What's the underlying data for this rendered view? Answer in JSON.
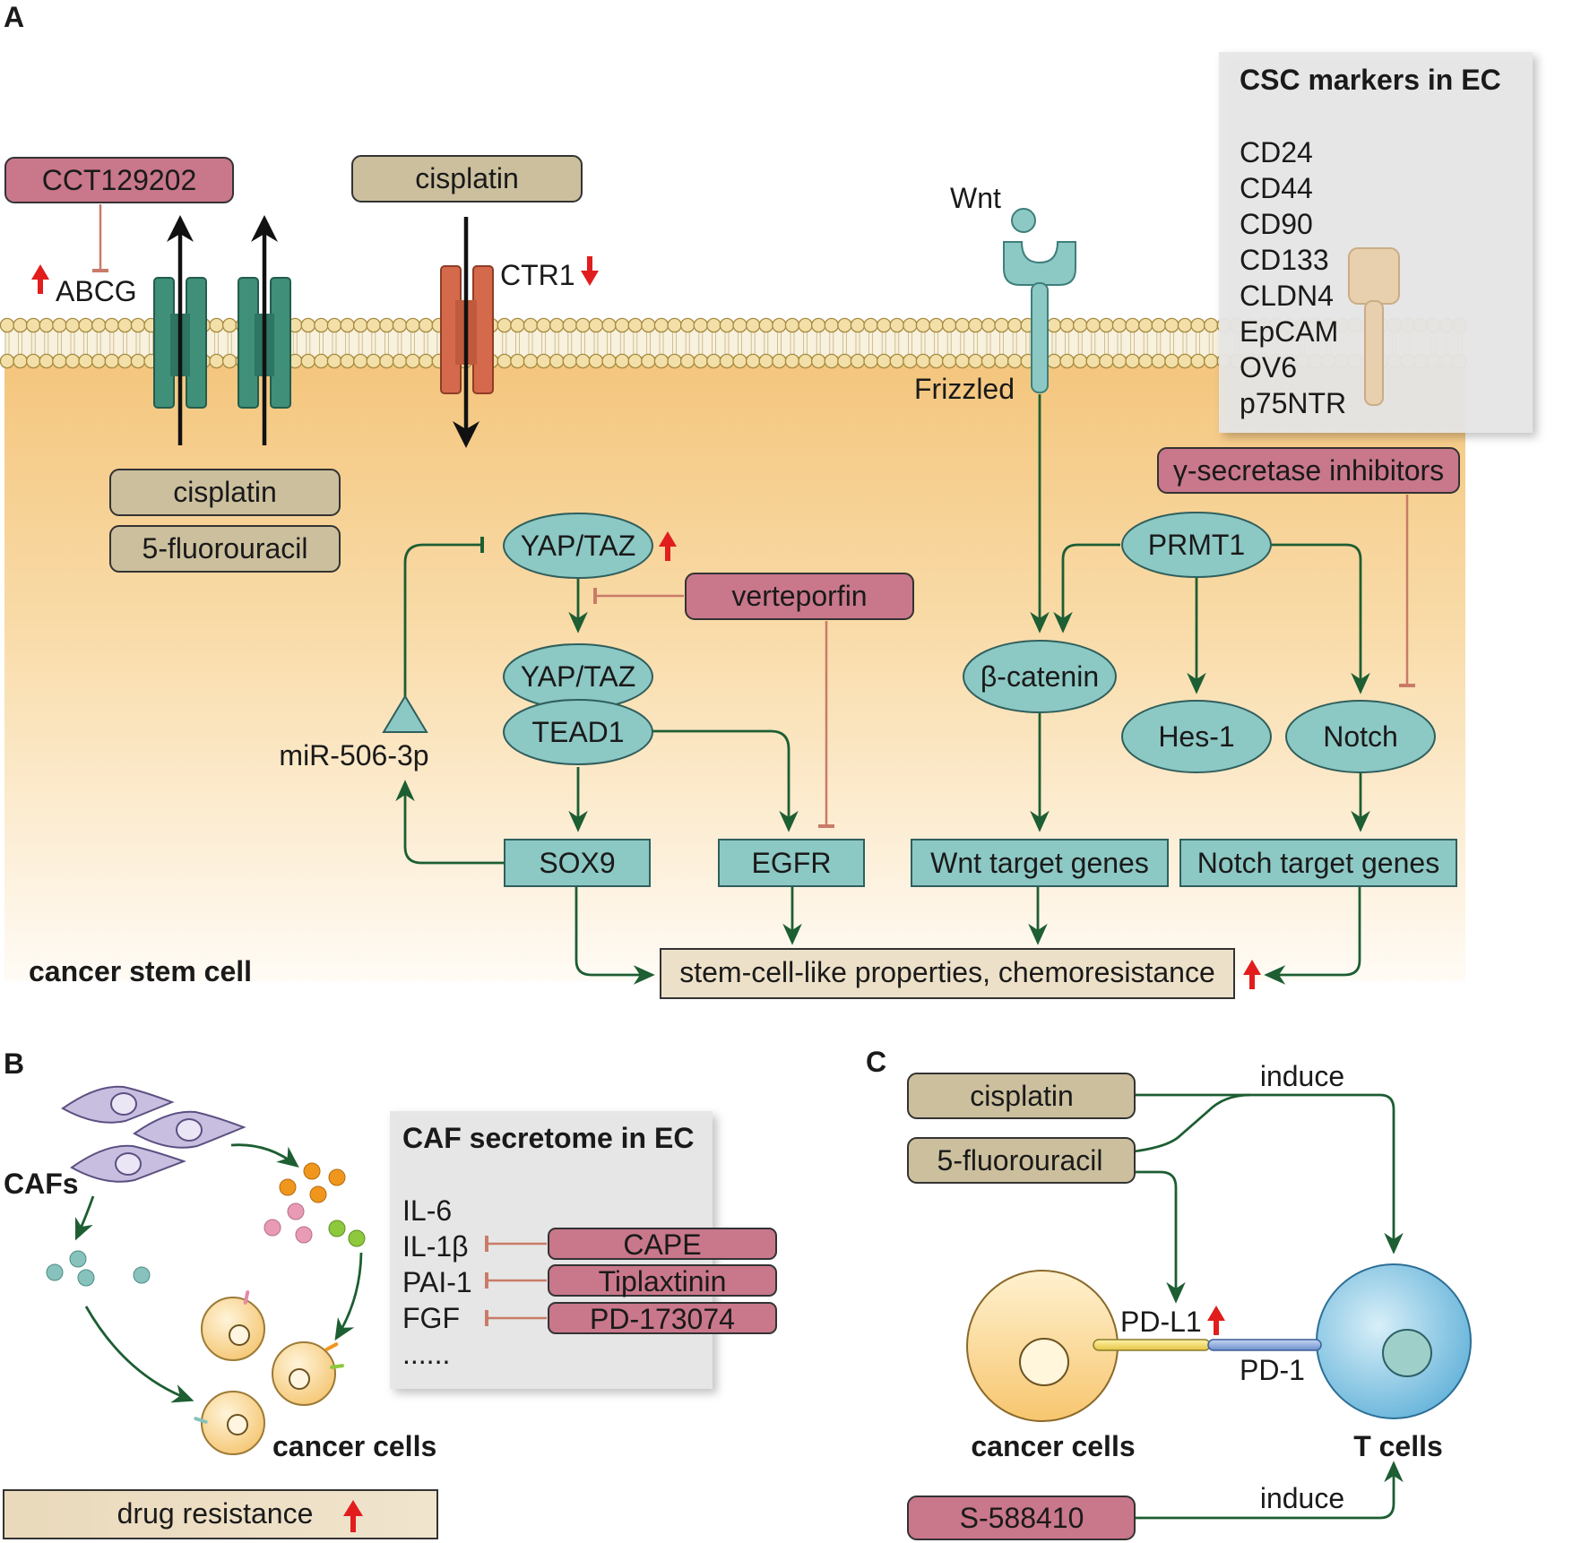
{
  "panel_a": {
    "letter": "A",
    "cct": "CCT129202",
    "cisplatin_top": "cisplatin",
    "abcg": "ABCG",
    "ctr1": "CTR1",
    "cisplatin": "cisplatin",
    "fluorouracil": "5-fluorouracil",
    "wnt": "Wnt",
    "frizzled": "Frizzled",
    "csc_box": {
      "title": "CSC markers in EC",
      "markers": [
        "CD24",
        "CD44",
        "CD90",
        "CD133",
        "CLDN4",
        "EpCAM",
        "OV6",
        "p75NTR"
      ]
    },
    "gamma": "γ-secretase inhibitors",
    "yap_taz_1": "YAP/TAZ",
    "verteporfin": "verteporfin",
    "yap_taz_2": "YAP/TAZ",
    "tead1": "TEAD1",
    "mir": "miR-506-3p",
    "sox9": "SOX9",
    "egfr": "EGFR",
    "prmt1": "PRMT1",
    "beta_catenin": "β-catenin",
    "hes1": "Hes-1",
    "notch": "Notch",
    "wnt_targets": "Wnt target genes",
    "notch_targets": "Notch target genes",
    "outcome": "stem-cell-like properties, chemoresistance",
    "cell_label": "cancer stem cell"
  },
  "panel_b": {
    "letter": "B",
    "cafs": "CAFs",
    "secretome": {
      "title": "CAF secretome in EC",
      "items": [
        "IL-6",
        "IL-1β",
        "PAI-1",
        "FGF",
        "......"
      ]
    },
    "inhibitors": [
      "CAPE",
      "Tiplaxtinin",
      "PD-173074"
    ],
    "cancer_cells": "cancer cells",
    "drug_resistance": "drug resistance"
  },
  "panel_c": {
    "letter": "C",
    "cisplatin": "cisplatin",
    "fluorouracil": "5-fluorouracil",
    "induce_top": "induce",
    "pdl1": "PD-L1",
    "pd1": "PD-1",
    "cancer_cells": "cancer cells",
    "t_cells": "T cells",
    "s588410": "S-588410",
    "induce_bottom": "induce"
  },
  "colors": {
    "green_arrow": "#1d5e33",
    "inhibit": "#c97b68",
    "drug_pink": "#c9778b",
    "drug_tan": "#cbbf9d",
    "node_teal": "#8cc8c4",
    "up_red": "#e11d1d",
    "transporter_green": "#3f8f79",
    "ctr1_orange": "#d46a4b"
  }
}
